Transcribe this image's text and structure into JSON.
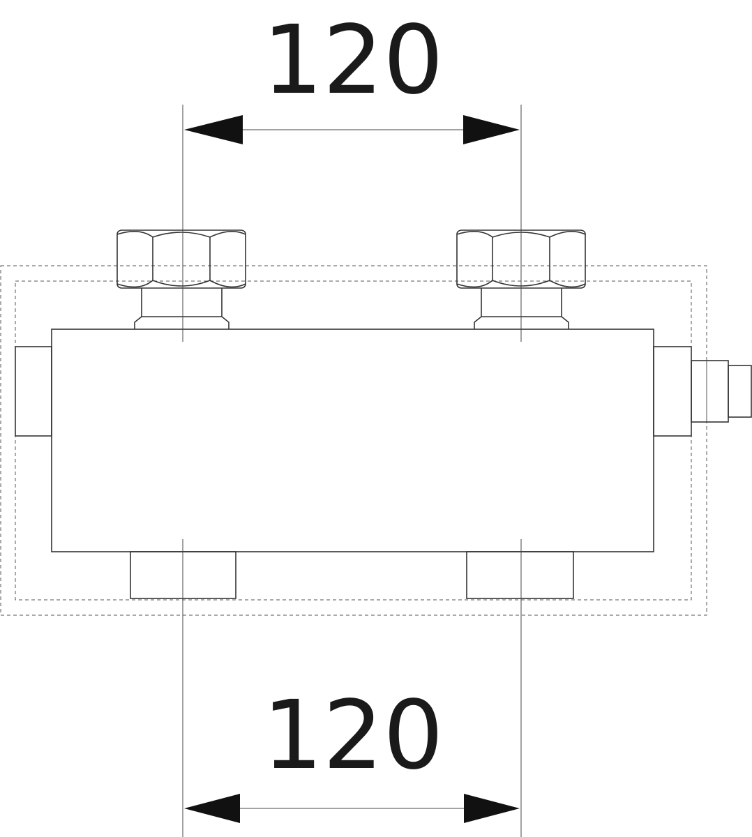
{
  "dimensions": {
    "top": {
      "label": "120",
      "value": 120
    },
    "bottom": {
      "label": "120",
      "value": 120
    }
  },
  "colors": {
    "line": "#333333",
    "text": "#1a1a1a",
    "background": "#ffffff"
  }
}
